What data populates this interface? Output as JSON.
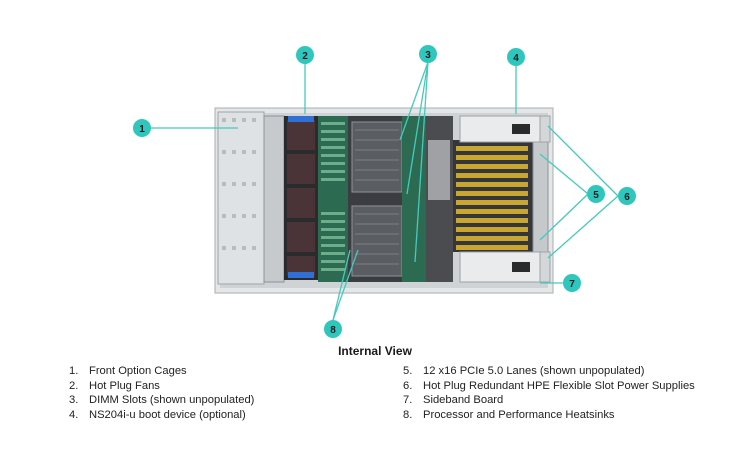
{
  "colors": {
    "callout_fill": "#2fc6bd",
    "leader_line": "#45c9c0",
    "chassis": "#d9dcde",
    "dark": "#222222"
  },
  "caption": "Internal View",
  "legend": [
    {
      "num": "1.",
      "text": "Front Option Cages"
    },
    {
      "num": "2.",
      "text": "Hot Plug Fans"
    },
    {
      "num": "3.",
      "text": "DIMM Slots (shown unpopulated)"
    },
    {
      "num": "4.",
      "text": "NS204i-u boot device (optional)"
    },
    {
      "num": "5.",
      "text": "12 x16 PCIe 5.0 Lanes (shown unpopulated)"
    },
    {
      "num": "6.",
      "text": "Hot Plug Redundant HPE Flexible Slot Power Supplies"
    },
    {
      "num": "7.",
      "text": "Sideband Board"
    },
    {
      "num": "8.",
      "text": "Processor and Performance Heatsinks"
    }
  ],
  "callouts": [
    {
      "id": "callout-1",
      "label": "1"
    },
    {
      "id": "callout-2",
      "label": "2"
    },
    {
      "id": "callout-3",
      "label": "3"
    },
    {
      "id": "callout-4",
      "label": "4"
    },
    {
      "id": "callout-5",
      "label": "5"
    },
    {
      "id": "callout-6",
      "label": "6"
    },
    {
      "id": "callout-7",
      "label": "7"
    },
    {
      "id": "callout-8",
      "label": "8"
    }
  ]
}
